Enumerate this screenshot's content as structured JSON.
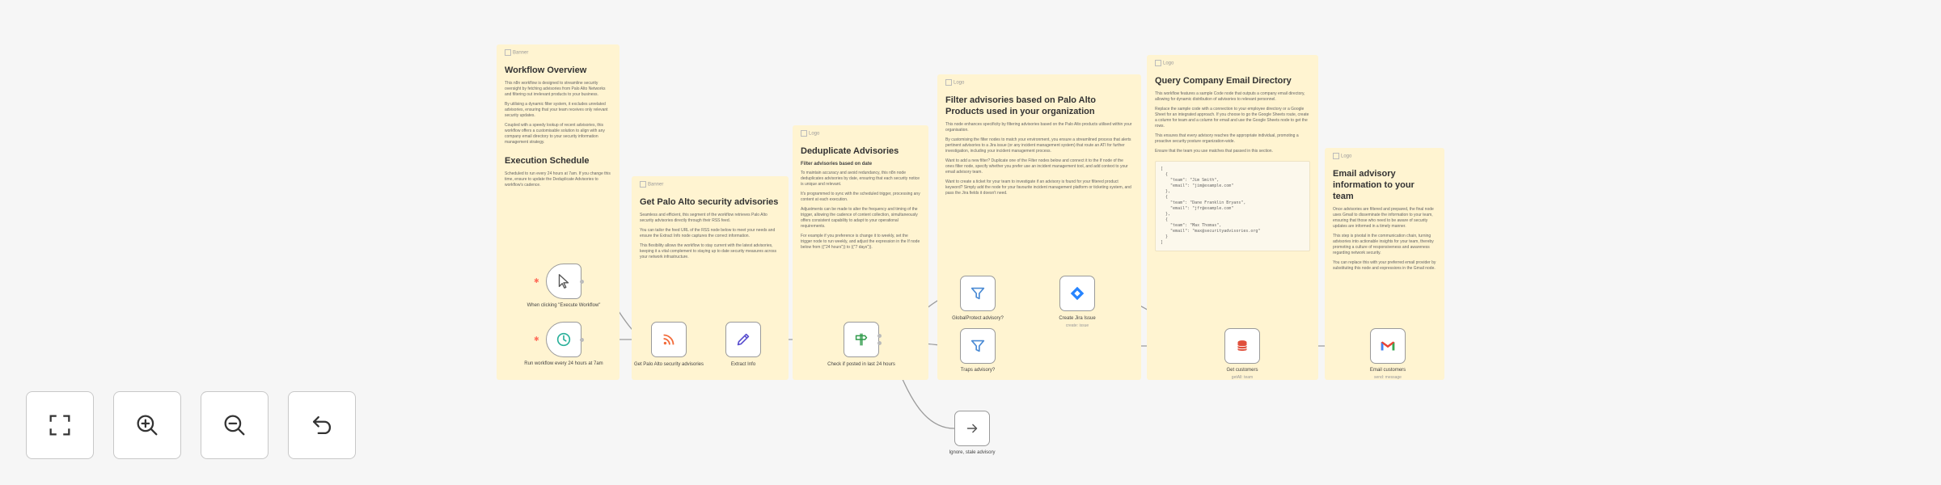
{
  "notes": {
    "overview": {
      "img_alt": "Banner",
      "title": "Workflow Overview",
      "p1": "This n8n workflow is designed to streamline security oversight by fetching advisories from Palo Alto Networks and filtering out irrelevant products to your business.",
      "p2": "By utilising a dynamic filter system, it excludes unrelated advisories, ensuring that your team receives only relevant security updates.",
      "p3": "Coupled with a speedy lookup of recent advisories, this workflow offers a customisable solution to align with any company email directory to your security information management strategy.",
      "title2": "Execution Schedule",
      "p4": "Scheduled to run every 24 hours at 7am. If you change this time, ensure to update the Deduplicate Advisories to workflow's cadence."
    },
    "get": {
      "img_alt": "Banner",
      "title": "Get Palo Alto security advisories",
      "p1": "Seamless and efficient, this segment of the workflow retrieves Palo Alto security advisories directly through their RSS feed.",
      "p2": "You can tailor the feed URL of the RSS node below to meet your needs and ensure the Extract Info node captures the correct information.",
      "p3": "This flexibility allows the workflow to stay current with the latest advisories, keeping it a vital complement to staying up to date security measures across your network infrastructure."
    },
    "dedupe": {
      "img_alt": "Logo",
      "title": "Deduplicate Advisories",
      "sub": "Filter advisories based on date",
      "p1": "To maintain accuracy and avoid redundancy, this n8n node deduplicates advisories by date, ensuring that each security notice is unique and relevant.",
      "p2": "It's programmed to sync with the scheduled trigger, processing any content at each execution.",
      "p3": "Adjustments can be made to alter the frequency and timing of the trigger, allowing the cadence of content collection, simultaneously offers consistent capability to adapt to your operational requirements.",
      "p4": "For example if you preference is change it to weekly, set the trigger node to run weekly, and adjust the expression in the If node below from ((\"24 hours\")) to ((\"7 days\"))."
    },
    "filter": {
      "img_alt": "Logo",
      "title": "Filter advisories based on Palo Alto Products used in your organization",
      "p1": "This node enhances specificity by filtering advisories based on the Palo Alto products utilised within your organisation.",
      "p2": "By customising the filter nodes to match your environment, you ensure a streamlined process that alerts pertinent advisories to a Jira issue (or any incident management system) that route an ATI for further investigation, including your incident management process.",
      "p3": "Want to add a new filter? Duplicate one of the Filter nodes below and connect it to the If node of the ones filter node, specify whether you prefer use an incident management tool, and add context to your email advisory team.",
      "p4": "Want to create a ticket for your team to investigate if an advisory is found for your filtered product keyword? Simply add the node for your favourite incident management platform or ticketing system, and pass the Jira fields it doesn't need."
    },
    "email_dir": {
      "img_alt": "Logo",
      "title": "Query Company Email Directory",
      "p1": "This workflow features a sample Code node that outputs a company email directory, allowing for dynamic distribution of advisories to relevant personnel.",
      "p2": "Replace the sample code with a connection to your employee directory or a Google Sheet for an integrated approach. If you choose to go the Google Sheets route, create a column for team and a column for email and use the Google Sheets node to get the rows.",
      "p3": "This ensures that every advisory reaches the appropriate individual, promoting a proactive security posture organization-wide.",
      "p4": "Ensure that the team you use matches that passed in this section.",
      "json": "[\n  {\n    \"team\": \"Jim Smith\",\n    \"email\": \"jim@example.com\"\n  },\n  {\n    \"team\": \"Dane Franklin Bryans\",\n    \"email\": \"jfr@example.com\"\n  },\n  {\n    \"team\": \"Max Thomas\",\n    \"email\": \"max@securityadvisories.org\"\n  }\n]"
    },
    "email_team": {
      "img_alt": "Logo",
      "title": "Email advisory information to your team",
      "p1": "Once advisories are filtered and prepared, the final node uses Gmail to disseminate the information to your team, ensuring that those who need to be aware of security updates are informed in a timely manner.",
      "p2": "This step is pivotal in the communication chain, turning advisories into actionable insights for your team, thereby promoting a culture of responsiveness and awareness regarding network security.",
      "p3": "You can replace this with your preferred email provider by substituting this node and expressions in the Gmail node."
    }
  },
  "nodes": {
    "manual": {
      "label": "When clicking \"Execute Workflow\"",
      "icon": "cursor-icon"
    },
    "schedule": {
      "label": "Run workflow every 24 hours at 7am",
      "icon": "clock-icon"
    },
    "rss": {
      "label": "Get Palo Alto security advisories",
      "icon": "rss-icon",
      "color": "#f26b3a"
    },
    "extract": {
      "label": "Extract Info",
      "icon": "pencil-icon",
      "color": "#5a4fcf"
    },
    "if24": {
      "label": "Check if posted in last 24 hours",
      "icon": "signpost-icon",
      "color": "#2f9a4a"
    },
    "global": {
      "label": "GlobalProtect advisory?",
      "icon": "filter-icon",
      "color": "#4a8ad4"
    },
    "jira": {
      "label": "Create Jira Issue",
      "sub": "create: issue",
      "icon": "jira-icon",
      "color": "#2684ff"
    },
    "traps": {
      "label": "Traps advisory?",
      "icon": "filter-icon",
      "color": "#4a8ad4"
    },
    "customers": {
      "label": "Get customers",
      "sub": "getAll: team",
      "icon": "database-icon",
      "color": "#e04f3b"
    },
    "gmail": {
      "label": "Email customers",
      "sub": "send: message",
      "icon": "gmail-icon",
      "color": "#ea4335"
    },
    "ignore": {
      "label": "Ignore, stale advisory",
      "icon": "arrow-right-icon"
    }
  },
  "controls": {
    "fit": "fit-view-icon",
    "zoom_in": "zoom-in-icon",
    "zoom_out": "zoom-out-icon",
    "reset": "reset-zoom-icon"
  }
}
